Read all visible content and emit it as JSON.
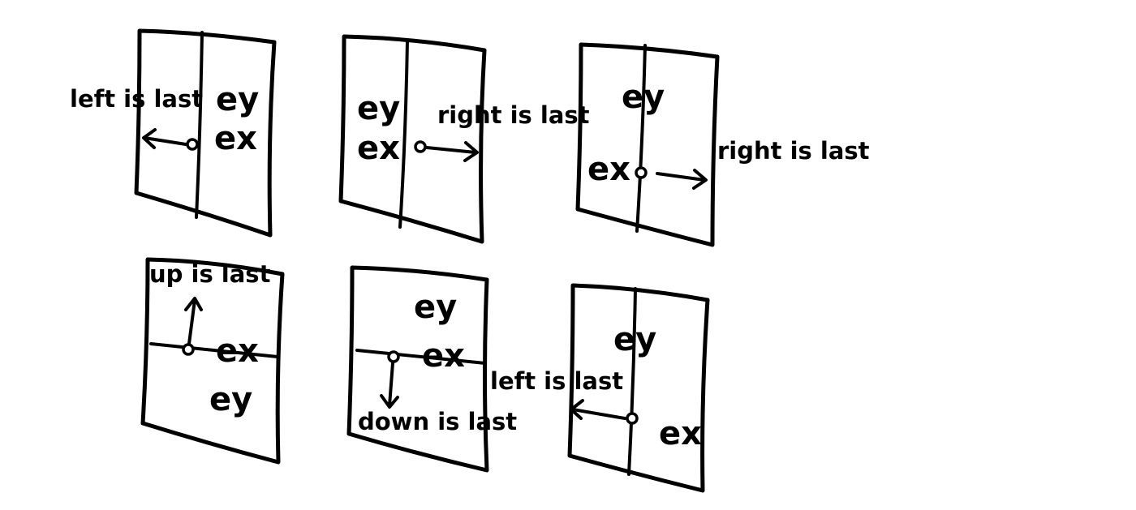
{
  "diagram": {
    "background": "#ffffff",
    "ink": "#000000",
    "panels": [
      {
        "id": "p1",
        "caption": "left is last",
        "ey": "ey",
        "ex": "ex"
      },
      {
        "id": "p2",
        "caption": "right is last",
        "ey": "ey",
        "ex": "ex"
      },
      {
        "id": "p3",
        "caption": "right is last",
        "ey": "ey",
        "ex": "ex"
      },
      {
        "id": "p4",
        "caption": "up is last",
        "ey": "ey",
        "ex": "ex"
      },
      {
        "id": "p5",
        "caption": "down is last",
        "ey": "ey",
        "ex": "ex"
      },
      {
        "id": "p6",
        "caption": "left is last",
        "ey": "ey",
        "ex": "ex"
      }
    ]
  }
}
